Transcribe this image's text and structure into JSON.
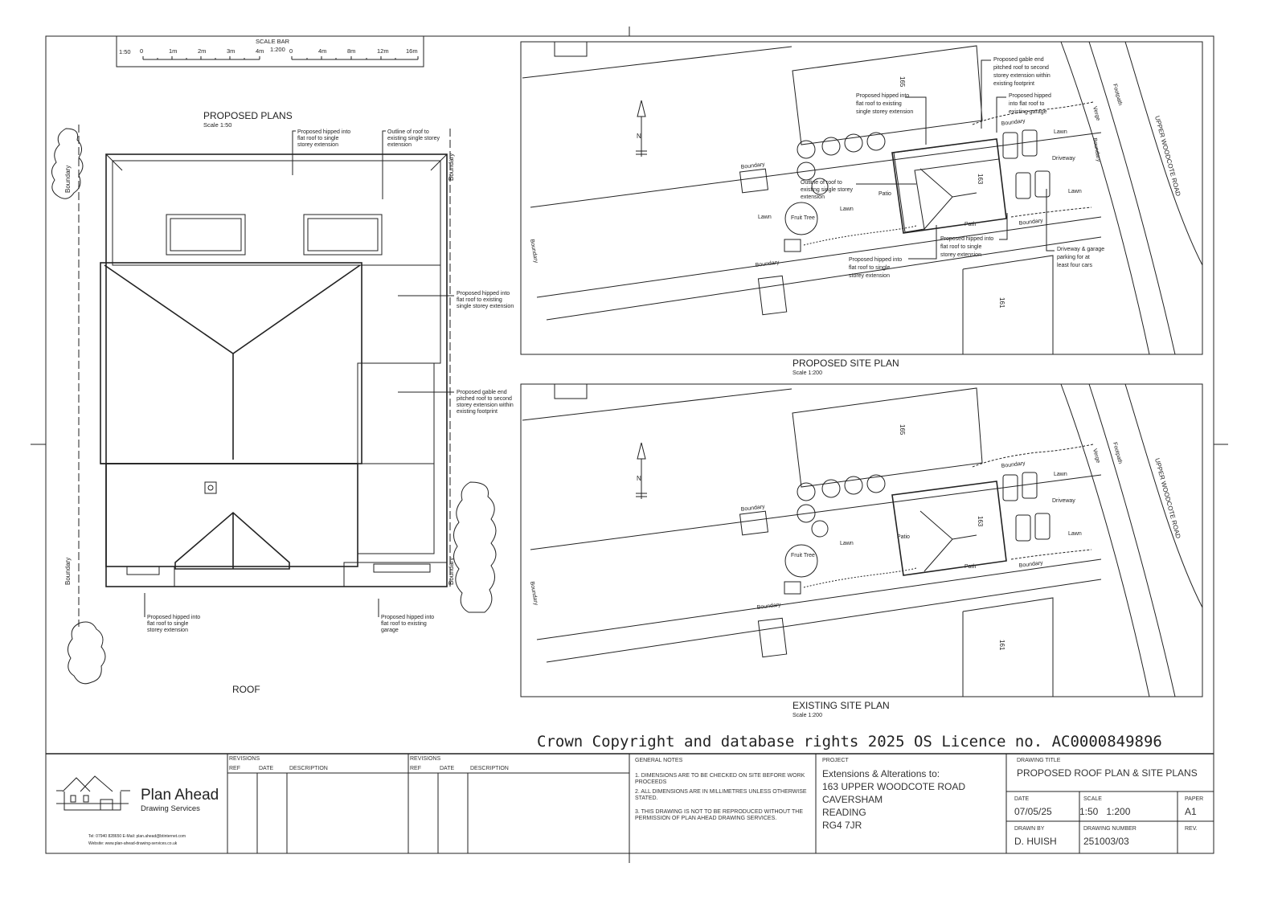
{
  "scale_bar": {
    "title": "SCALE BAR",
    "scale_1": "1:50",
    "ticks_1": [
      "0",
      "1m",
      "2m",
      "3m",
      "4m"
    ],
    "scale_2": "1:200",
    "ticks_2": [
      "0",
      "4m",
      "8m",
      "12m",
      "16m"
    ]
  },
  "roof_plan": {
    "title": "PROPOSED PLANS",
    "scale": "Scale 1:50",
    "caption": "ROOF",
    "boundary_label": "Boundary",
    "notes": {
      "hipped_single": [
        "Proposed hipped into",
        "flat roof to single",
        "storey extension"
      ],
      "outline_existing": [
        "Outline of roof to",
        "existing single storey",
        "extension"
      ],
      "hipped_existing": [
        "Proposed hipped into",
        "flat roof to existing",
        "single storey extension"
      ],
      "gable_end": [
        "Proposed gable end",
        "pitched roof to second",
        "storey extension within",
        "existing footprint"
      ],
      "hipped_bottom_left": [
        "Proposed hipped into",
        "flat roof to single",
        "storey extension"
      ],
      "hipped_garage": [
        "Proposed hipped into",
        "flat roof to existing",
        "garage"
      ]
    }
  },
  "proposed_site": {
    "title": "PROPOSED SITE PLAN",
    "scale": "Scale 1:200",
    "labels": {
      "house_165": "165",
      "house_163": "163",
      "house_161": "161",
      "road": "UPPER WOODCOTE ROAD",
      "footpath": "Footpath",
      "verge": "Verge",
      "boundary": "Boundary",
      "lawn": "Lawn",
      "fruit_tree": "Fruit Tree",
      "patio": "Patio",
      "path": "Path",
      "driveway": "Driveway"
    },
    "notes": {
      "hipped_existing": [
        "Proposed hipped into",
        "flat roof to existing",
        "single storey extension"
      ],
      "gable_end": [
        "Proposed gable end",
        "pitched roof to second",
        "storey extension within",
        "existing footprint"
      ],
      "hipped_garage": [
        "Proposed hipped",
        "into flat roof to",
        "existing garage"
      ],
      "outline": [
        "Outline of roof to",
        "existing single storey",
        "extension"
      ],
      "hipped_single_a": [
        "Proposed hipped into",
        "flat roof to single",
        "storey extension"
      ],
      "hipped_single_b": [
        "Proposed hipped into",
        "flat roof to single",
        "storey extension"
      ],
      "parking": [
        "Driveway & garage",
        "parking for at",
        "least four cars"
      ]
    }
  },
  "existing_site": {
    "title": "EXISTING SITE PLAN",
    "scale": "Scale 1:200",
    "labels": {
      "house_165": "165",
      "house_163": "163",
      "house_161": "161",
      "road": "UPPER WOODCOTE ROAD",
      "footpath": "Footpath",
      "verge": "Verge",
      "boundary": "Boundary",
      "lawn": "Lawn",
      "fruit_tree": "Fruit Tree",
      "patio": "Patio",
      "path": "Path",
      "driveway": "Driveway"
    }
  },
  "north_symbol": "N",
  "copyright": "Crown Copyright and database rights 2025 OS Licence no. AC0000849896",
  "title_block": {
    "company": {
      "name": "Plan Ahead",
      "subtitle": "Drawing Services",
      "contact": "Tel: 07940 828650  E-Mail: plan.ahead@btinternet.com",
      "website": "Website: www.plan-ahead-drawing-services.co.uk"
    },
    "revisions": {
      "heading": "REVISIONS",
      "columns": [
        "REF",
        "DATE",
        "DESCRIPTION"
      ]
    },
    "general_notes": {
      "heading": "GENERAL NOTES",
      "items": [
        [
          "1. DIMENSIONS ARE TO BE CHECKED ON SITE BEFORE WORK",
          "PROCEEDS"
        ],
        [
          "2. ALL DIMENSIONS ARE IN MILLIMETRES UNLESS OTHERWISE",
          "STATED."
        ],
        [
          "3. THIS DRAWING IS NOT TO BE REPRODUCED WITHOUT THE",
          "PERMISSION OF PLAN AHEAD DRAWING SERVICES."
        ]
      ]
    },
    "project": {
      "heading": "PROJECT",
      "lines": [
        "Extensions & Alterations to:",
        "163 UPPER WOODCOTE ROAD",
        "CAVERSHAM",
        "READING",
        "RG4 7JR"
      ]
    },
    "drawing_title": {
      "heading": "DRAWING TITLE",
      "value": "PROPOSED ROOF PLAN & SITE PLANS"
    },
    "date": {
      "heading": "DATE",
      "value": "07/05/25"
    },
    "scale": {
      "heading": "SCALE",
      "value": "1:50   1:200"
    },
    "paper": {
      "heading": "PAPER",
      "value": "A1"
    },
    "drawn_by": {
      "heading": "DRAWN BY",
      "value": "D. HUISH"
    },
    "drawing_number": {
      "heading": "DRAWING NUMBER",
      "value": "251003/03"
    },
    "rev": {
      "heading": "REV.",
      "value": ""
    }
  }
}
